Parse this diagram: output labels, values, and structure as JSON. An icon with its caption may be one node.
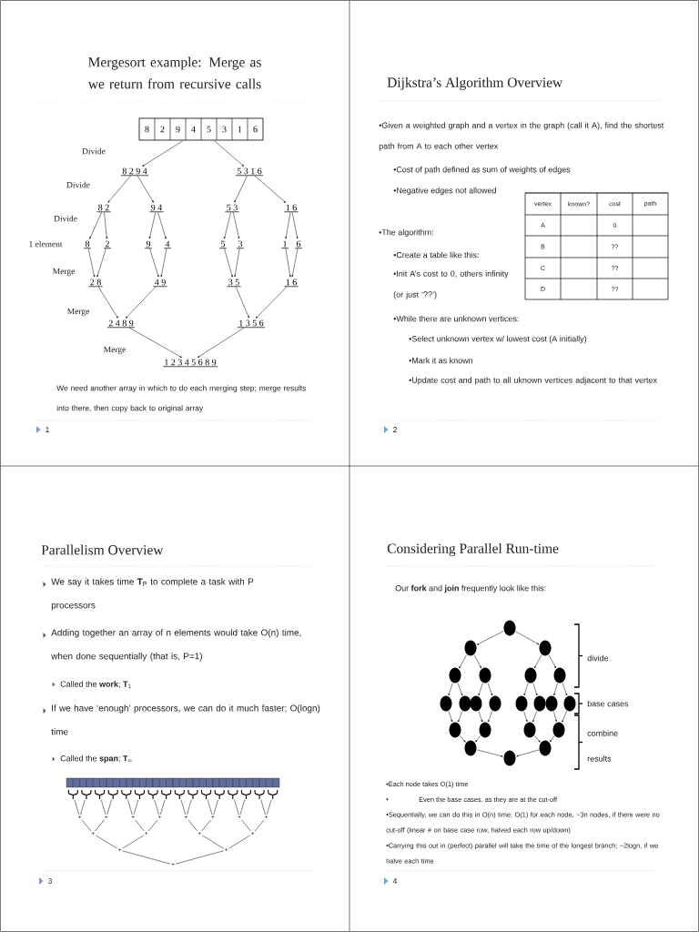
{
  "diagram": {
    "nodes": [
      {
        "text": [
          "8",
          "2",
          "9",
          "4",
          "5",
          "3",
          "1",
          "6"
        ]
      },
      {
        "text": [
          "8 2 9 4"
        ]
      },
      {
        "text": [
          "5 3 1 6"
        ]
      },
      {
        "text": [
          "8 2"
        ]
      },
      {
        "text": [
          "9 4"
        ]
      },
      {
        "text": [
          "5 3"
        ]
      },
      {
        "text": [
          "1 6"
        ]
      },
      {
        "text": [
          "8"
        ]
      },
      {
        "text": [
          "2"
        ]
      },
      {
        "text": [
          "9"
        ]
      },
      {
        "text": [
          "4"
        ]
      },
      {
        "text": [
          "5"
        ]
      },
      {
        "text": [
          "3"
        ]
      },
      {
        "text": [
          "1"
        ]
      },
      {
        "text": [
          "6"
        ]
      },
      {
        "text": [
          "2 8"
        ]
      },
      {
        "text": [
          "4 9"
        ]
      },
      {
        "text": [
          "3 5"
        ]
      },
      {
        "text": [
          "1 6"
        ]
      },
      {
        "text": [
          "2 4 8 9"
        ]
      },
      {
        "text": [
          "1 3 5 6"
        ]
      },
      {
        "text": [
          "1 2 3 4 5 6 8 9"
        ]
      },
      {
        "text": [],
        "shape": "fork"
      },
      {
        "text": [],
        "shape": "fork"
      },
      {
        "text": [],
        "shape": "fork"
      },
      {
        "text": [],
        "shape": "fork"
      },
      {
        "text": [],
        "shape": "fork"
      },
      {
        "text": [],
        "shape": "fork"
      },
      {
        "text": [],
        "shape": "fork"
      },
      {
        "text": [],
        "shape": "fork"
      },
      {
        "text": [],
        "shape": "fork"
      },
      {
        "text": [],
        "shape": "fork"
      },
      {
        "text": [],
        "shape": "fork"
      },
      {
        "text": [],
        "shape": "fork"
      },
      {
        "text": [],
        "shape": "fork"
      },
      {
        "text": [],
        "shape": "fork"
      },
      {
        "text": [],
        "shape": "fork"
      },
      {
        "text": [],
        "shape": "fork"
      },
      {
        "text": [
          "+"
        ]
      },
      {
        "text": [
          "+"
        ]
      },
      {
        "text": [
          "+"
        ]
      },
      {
        "text": [
          "+"
        ]
      },
      {
        "text": [
          "+"
        ]
      },
      {
        "text": [
          "+"
        ]
      },
      {
        "text": [
          "+"
        ]
      },
      {
        "text": [
          "+"
        ]
      },
      {
        "text": [
          "+"
        ]
      },
      {
        "text": [
          "+"
        ]
      },
      {
        "text": [
          "+"
        ]
      },
      {
        "text": [
          "+"
        ]
      },
      {
        "text": [
          "+"
        ]
      },
      {
        "text": [
          "+"
        ]
      },
      {
        "text": [
          "+"
        ]
      },
      {
        "text": [],
        "shape": "circle"
      },
      {
        "text": [],
        "shape": "circle"
      },
      {
        "text": [],
        "shape": "circle"
      },
      {
        "text": [],
        "shape": "circle"
      },
      {
        "text": [],
        "shape": "circle"
      },
      {
        "text": [],
        "shape": "circle"
      },
      {
        "text": [],
        "shape": "circle"
      },
      {
        "text": [],
        "shape": "circle"
      },
      {
        "text": [],
        "shape": "circle"
      },
      {
        "text": [],
        "shape": "circle"
      },
      {
        "text": [],
        "shape": "circle"
      },
      {
        "text": [],
        "shape": "circle"
      },
      {
        "text": [],
        "shape": "circle"
      },
      {
        "text": [],
        "shape": "circle"
      },
      {
        "text": [],
        "shape": "circle"
      },
      {
        "text": [],
        "shape": "circle"
      },
      {
        "text": [],
        "shape": "circle"
      },
      {
        "text": [],
        "shape": "circle"
      },
      {
        "text": [],
        "shape": "circle"
      },
      {
        "text": [],
        "shape": "circle"
      },
      {
        "text": [],
        "shape": "circle"
      },
      {
        "text": [],
        "shape": "circle"
      }
    ],
    "edges": [
      {
        "from": 0,
        "to": 1,
        "arrow": "to"
      },
      {
        "from": 0,
        "to": 2,
        "arrow": "to"
      },
      {
        "from": 1,
        "to": 3,
        "arrow": "to"
      },
      {
        "from": 1,
        "to": 4,
        "arrow": "to"
      },
      {
        "from": 2,
        "to": 5,
        "arrow": "to"
      },
      {
        "from": 2,
        "to": 6,
        "arrow": "to"
      },
      {
        "from": 3,
        "to": 7,
        "arrow": "to"
      },
      {
        "from": 3,
        "to": 8,
        "arrow": "to"
      },
      {
        "from": 4,
        "to": 9,
        "arrow": "to"
      },
      {
        "from": 4,
        "to": 10,
        "arrow": "to"
      },
      {
        "from": 5,
        "to": 11,
        "arrow": "to"
      },
      {
        "from": 5,
        "to": 12,
        "arrow": "to"
      },
      {
        "from": 6,
        "to": 13,
        "arrow": "to"
      },
      {
        "from": 6,
        "to": 14,
        "arrow": "to"
      },
      {
        "from": 7,
        "to": 15,
        "arrow": "to"
      },
      {
        "from": 8,
        "to": 15,
        "arrow": "to"
      },
      {
        "from": 9,
        "to": 16,
        "arrow": "to"
      },
      {
        "from": 10,
        "to": 16,
        "arrow": "to"
      },
      {
        "from": 11,
        "to": 17,
        "arrow": "to"
      },
      {
        "from": 12,
        "to": 17,
        "arrow": "to"
      },
      {
        "from": 13,
        "to": 18,
        "arrow": "to"
      },
      {
        "from": 14,
        "to": 18,
        "arrow": "to"
      },
      {
        "from": 15,
        "to": 19,
        "arrow": "to"
      },
      {
        "from": 16,
        "to": 19,
        "arrow": "to"
      },
      {
        "from": 17,
        "to": 20,
        "arrow": "to"
      },
      {
        "from": 18,
        "to": 20,
        "arrow": "to"
      },
      {
        "from": 19,
        "to": 21,
        "arrow": "to"
      },
      {
        "from": 20,
        "to": 21,
        "arrow": "to"
      },
      {
        "from": 22,
        "to": 38,
        "arrow": "none"
      },
      {
        "from": 23,
        "to": 38,
        "arrow": "none"
      },
      {
        "from": 24,
        "to": 39,
        "arrow": "none"
      },
      {
        "from": 25,
        "to": 39,
        "arrow": "none"
      },
      {
        "from": 26,
        "to": 40,
        "arrow": "none"
      },
      {
        "from": 27,
        "to": 40,
        "arrow": "none"
      },
      {
        "from": 28,
        "to": 41,
        "arrow": "none"
      },
      {
        "from": 29,
        "to": 41,
        "arrow": "none"
      },
      {
        "from": 30,
        "to": 42,
        "arrow": "none"
      },
      {
        "from": 31,
        "to": 42,
        "arrow": "none"
      },
      {
        "from": 32,
        "to": 43,
        "arrow": "none"
      },
      {
        "from": 33,
        "to": 43,
        "arrow": "none"
      },
      {
        "from": 34,
        "to": 44,
        "arrow": "none"
      },
      {
        "from": 35,
        "to": 44,
        "arrow": "none"
      },
      {
        "from": 36,
        "to": 45,
        "arrow": "none"
      },
      {
        "from": 37,
        "to": 45,
        "arrow": "none"
      },
      {
        "from": 38,
        "to": 46,
        "arrow": "none"
      },
      {
        "from": 39,
        "to": 46,
        "arrow": "none"
      },
      {
        "from": 40,
        "to": 47,
        "arrow": "none"
      },
      {
        "from": 41,
        "to": 47,
        "arrow": "none"
      },
      {
        "from": 42,
        "to": 48,
        "arrow": "none"
      },
      {
        "from": 43,
        "to": 48,
        "arrow": "none"
      },
      {
        "from": 44,
        "to": 49,
        "arrow": "none"
      },
      {
        "from": 45,
        "to": 49,
        "arrow": "none"
      },
      {
        "from": 46,
        "to": 50,
        "arrow": "none"
      },
      {
        "from": 47,
        "to": 50,
        "arrow": "none"
      },
      {
        "from": 48,
        "to": 51,
        "arrow": "none"
      },
      {
        "from": 49,
        "to": 51,
        "arrow": "none"
      },
      {
        "from": 50,
        "to": 52,
        "arrow": "none"
      },
      {
        "from": 51,
        "to": 52,
        "arrow": "none"
      },
      {
        "from": 53,
        "to": 54,
        "arrow": "to"
      },
      {
        "from": 53,
        "to": 55,
        "arrow": "to"
      },
      {
        "from": 54,
        "to": 56,
        "arrow": "to"
      },
      {
        "from": 54,
        "to": 57,
        "arrow": "to"
      },
      {
        "from": 55,
        "to": 58,
        "arrow": "to"
      },
      {
        "from": 55,
        "to": 59,
        "arrow": "to"
      },
      {
        "from": 56,
        "to": 60,
        "arrow": "to"
      },
      {
        "from": 56,
        "to": 61,
        "arrow": "to"
      },
      {
        "from": 57,
        "to": 62,
        "arrow": "to"
      },
      {
        "from": 57,
        "to": 63,
        "arrow": "to"
      },
      {
        "from": 58,
        "to": 64,
        "arrow": "to"
      },
      {
        "from": 58,
        "to": 65,
        "arrow": "to"
      },
      {
        "from": 59,
        "to": 66,
        "arrow": "to"
      },
      {
        "from": 59,
        "to": 67,
        "arrow": "to"
      },
      {
        "from": 60,
        "to": 68,
        "arrow": "to"
      },
      {
        "from": 61,
        "to": 68,
        "arrow": "to"
      },
      {
        "from": 62,
        "to": 69,
        "arrow": "to"
      },
      {
        "from": 63,
        "to": 69,
        "arrow": "to"
      },
      {
        "from": 64,
        "to": 70,
        "arrow": "to"
      },
      {
        "from": 65,
        "to": 70,
        "arrow": "to"
      },
      {
        "from": 66,
        "to": 71,
        "arrow": "to"
      },
      {
        "from": 67,
        "to": 71,
        "arrow": "to"
      },
      {
        "from": 68,
        "to": 72,
        "arrow": "to"
      },
      {
        "from": 69,
        "to": 72,
        "arrow": "to"
      },
      {
        "from": 70,
        "to": 73,
        "arrow": "to"
      },
      {
        "from": 71,
        "to": 73,
        "arrow": "to"
      },
      {
        "from": 72,
        "to": 74,
        "arrow": "to"
      },
      {
        "from": 73,
        "to": 74,
        "arrow": "to"
      }
    ],
    "labels": [
      "Mergesort example: Merge as we return from recursive calls",
      "Divide",
      "Divide",
      "Divide",
      "1 element",
      "Merge",
      "Merge",
      "Merge",
      "We need another array in which to do each merging step; merge results into there, then copy back to original array",
      "1",
      "Dijkstra’s Algorithm Overview",
      "•Given a weighted graph and a vertex in the graph (call it A), find the shortest path from A to each other vertex",
      "•Cost of path defined as sum of weights of edges",
      "•Negative edges not allowed",
      "•The algorithm:",
      "•Create a table like this:",
      "•Init A’s cost to 0, others infinity (or just ‘??’)",
      "•While there are unknown vertices:",
      "•Select unknown vertex w/ lowest cost (A initially)",
      "•Mark it as known",
      "•Update cost and path to all uknown vertices adjacent to that vertex",
      "vertex",
      "known?",
      "cost",
      "path",
      "A",
      "0",
      "B",
      "??",
      "C",
      "??",
      "D",
      "??",
      "2",
      "Parallelism Overview",
      "We say it takes time **T**$_{P}$ to complete a task with P processors",
      "Adding together an array of n elements would take O(n) time, when done sequentially (that is, P=1)",
      "Called the **work**; **T**$_{1}$",
      "If we have ‘enough’ processors, we can do it much faster; O(logn) time",
      "Called the **span**; **T**$_{∞}$",
      "3",
      "Considering Parallel Run-time",
      "Our **fork** and **join** frequently look like this:",
      "divide",
      "base cases",
      "combine results",
      "•Each node takes O(1) time",
      "•",
      "Even the base cases, as they are at the cut-off",
      "•Sequentially, we can do this in O(n) time; O(1) for each node, ~3n nodes, if there were no cut-off (linear # on base case row, halved each row up/down)",
      "•Carrying this out in (perfect) parallel will take the time of the longest branch; ~2logn, if we halve each time",
      "4"
    ]
  }
}
